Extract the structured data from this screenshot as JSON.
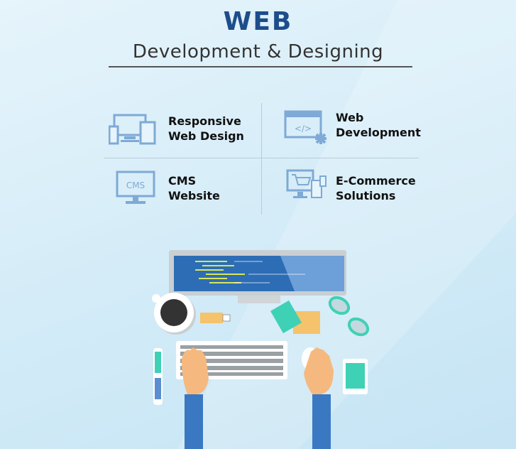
{
  "header": {
    "title": "WEB",
    "subtitle": "Development & Designing"
  },
  "services": [
    {
      "line1": "Responsive",
      "line2": "Web Design",
      "icon": "responsive-devices-icon"
    },
    {
      "line1": "Web",
      "line2": "Development",
      "icon": "code-browser-icon"
    },
    {
      "line1": "CMS",
      "line2": "Website",
      "icon": "cms-monitor-icon",
      "icon_text": "CMS"
    },
    {
      "line1": "E-Commerce",
      "line2": "Solutions",
      "icon": "shopping-cart-icon"
    }
  ],
  "code_glyph": "</>",
  "colors": {
    "title": "#1d4d8a",
    "icon": "#7fa9d6",
    "screen": "#2d6db5",
    "skin": "#f5b97f",
    "sleeve": "#3a78c2",
    "teal": "#3fd1b5",
    "yellow": "#f5c36b"
  }
}
